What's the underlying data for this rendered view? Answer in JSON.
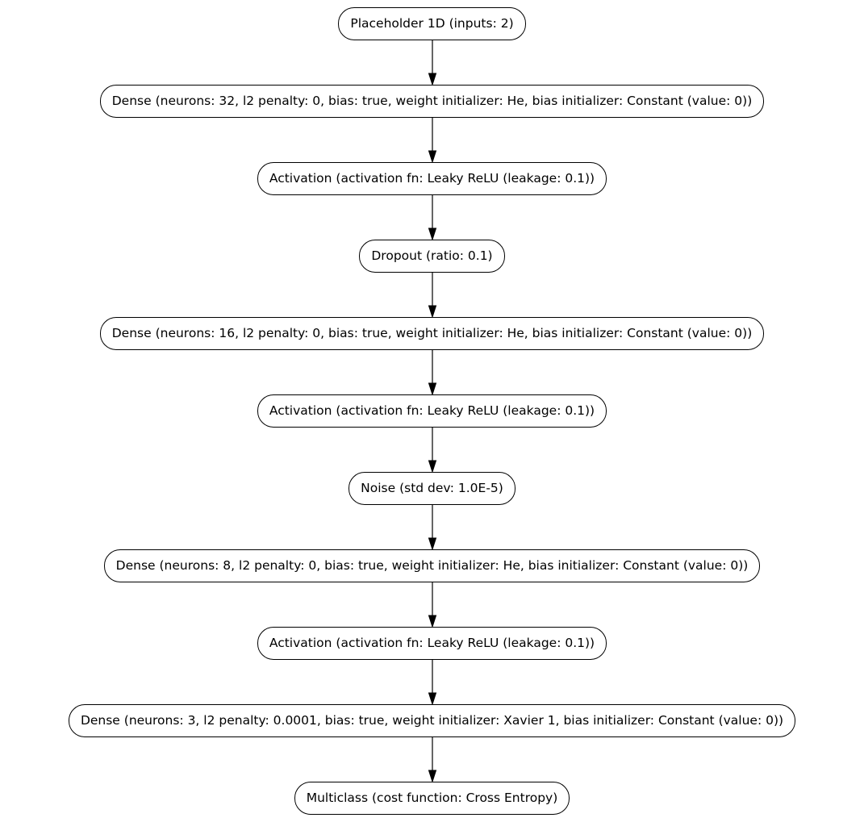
{
  "diagram": {
    "kind": "neural-network-layer-flowchart",
    "direction": "top-to-bottom",
    "colors": {
      "background": "#ffffff",
      "node_fill": "#ffffff",
      "node_border": "#000000",
      "node_text": "#000000",
      "edge": "#000000"
    },
    "nodes": [
      {
        "id": "placeholder-1d",
        "label": "Placeholder 1D (inputs: 2)"
      },
      {
        "id": "dense-32",
        "label": "Dense (neurons: 32, l2 penalty: 0, bias: true, weight initializer: He, bias initializer: Constant (value: 0))"
      },
      {
        "id": "activation-1",
        "label": "Activation (activation fn: Leaky ReLU (leakage: 0.1))"
      },
      {
        "id": "dropout",
        "label": "Dropout (ratio: 0.1)"
      },
      {
        "id": "dense-16",
        "label": "Dense (neurons: 16, l2 penalty: 0, bias: true, weight initializer: He, bias initializer: Constant (value: 0))"
      },
      {
        "id": "activation-2",
        "label": "Activation (activation fn: Leaky ReLU (leakage: 0.1))"
      },
      {
        "id": "noise",
        "label": "Noise (std dev: 1.0E-5)"
      },
      {
        "id": "dense-8",
        "label": "Dense (neurons: 8, l2 penalty: 0, bias: true, weight initializer: He, bias initializer: Constant (value: 0))"
      },
      {
        "id": "activation-3",
        "label": "Activation (activation fn: Leaky ReLU (leakage: 0.1))"
      },
      {
        "id": "dense-3",
        "label": "Dense (neurons: 3, l2 penalty: 0.0001, bias: true, weight initializer: Xavier 1, bias initializer: Constant (value: 0))"
      },
      {
        "id": "multiclass",
        "label": "Multiclass (cost function: Cross Entropy)"
      }
    ],
    "edges": [
      {
        "from": "placeholder-1d",
        "to": "dense-32"
      },
      {
        "from": "dense-32",
        "to": "activation-1"
      },
      {
        "from": "activation-1",
        "to": "dropout"
      },
      {
        "from": "dropout",
        "to": "dense-16"
      },
      {
        "from": "dense-16",
        "to": "activation-2"
      },
      {
        "from": "activation-2",
        "to": "noise"
      },
      {
        "from": "noise",
        "to": "dense-8"
      },
      {
        "from": "dense-8",
        "to": "activation-3"
      },
      {
        "from": "activation-3",
        "to": "dense-3"
      },
      {
        "from": "dense-3",
        "to": "multiclass"
      }
    ]
  }
}
